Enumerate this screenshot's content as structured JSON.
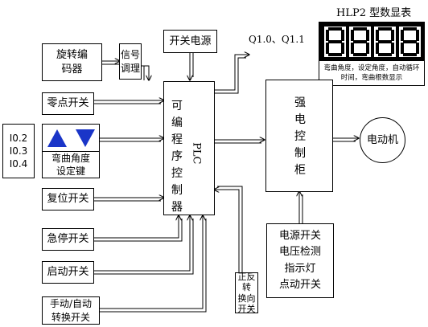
{
  "blocks": {
    "rotary_encoder": "旋转编\n码器",
    "signal_conditioning": "信号\n调理",
    "switching_power": "开关电源",
    "zero_switch": "零点开关",
    "io_labels": [
      "I0.2",
      "I0.3",
      "I0.4"
    ],
    "bend_angle_keys": "弯曲角度\n设定键",
    "reset_switch": "复位开关",
    "emergency_stop": "急停开关",
    "start_switch": "启动开关",
    "manual_auto": "手动/自动\n转换开关",
    "plc_text": "可编程序控制器",
    "plc_abbr": "PLC",
    "direction_switch": "正反转\n换向\n开关",
    "strong_cabinet": "强电控制柜",
    "motor": "电动机",
    "cabinet_inputs": [
      "电源开关",
      "电压检测",
      "指示灯",
      "点动开关"
    ],
    "outputs_label": "Q1.0、Q1.1",
    "display_title": "HLP2 型数显表",
    "display_digits": "8888",
    "display_caption": "弯曲角度，设定角度，自动循环时间，弯曲根数显示"
  },
  "colors": {
    "arrow_key_fill": "#1a35c8",
    "line": "#000000",
    "background": "#ffffff"
  },
  "icons": [
    "up-triangle-icon",
    "down-triangle-icon"
  ]
}
